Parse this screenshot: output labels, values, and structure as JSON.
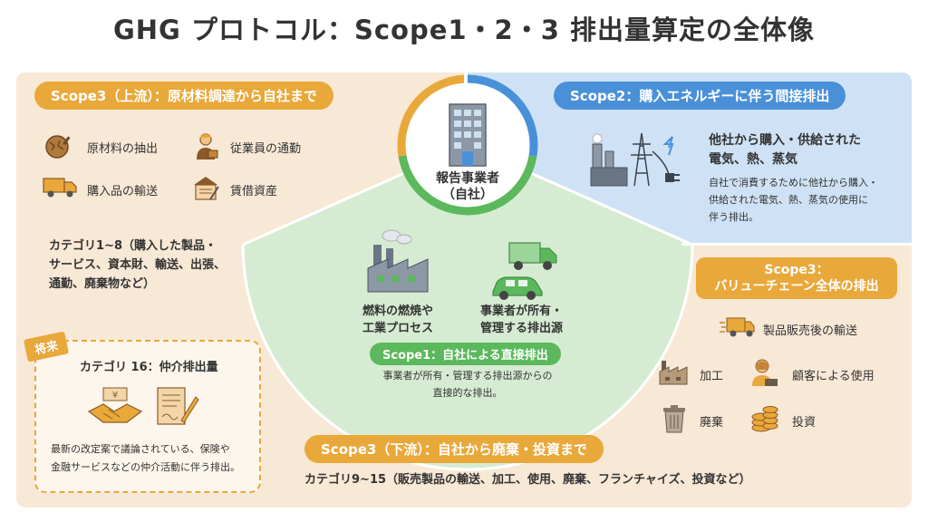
{
  "title": "GHG プロトコル：Scope1・2・3 排出量算定の全体像",
  "center": {
    "line1": "報告事業者",
    "line2": "（自社）"
  },
  "scope3_up": {
    "label": "Scope3（上流）：原材料調達から自社まで",
    "items": [
      "原材料の抽出",
      "従業員の通勤",
      "購入品の輸送",
      "賃借資産"
    ],
    "category_lines": [
      "カテゴリ1~8（購入した製品・",
      "サービス、資本財、輸送、出張、",
      "通勤、廃棄物など）"
    ]
  },
  "future": {
    "tag": "将来",
    "title": "カテゴリ 16：仲介排出量",
    "desc_lines": [
      "最新の改定案で議論されている、保険や",
      "金融サービスなどの仲介活動に伴う排出。"
    ]
  },
  "scope2": {
    "label": "Scope2：購入エネルギーに伴う間接排出",
    "main_lines": [
      "他社から購入・供給された",
      "電気、熱、蒸気"
    ],
    "desc_lines": [
      "自社で消費するために他社から購入・",
      "供給された電気、熱、蒸気の使用に",
      "伴う排出。"
    ]
  },
  "scope1": {
    "item1_lines": [
      "燃料の燃焼や",
      "工業プロセス"
    ],
    "item2_lines": [
      "事業者が所有・",
      "管理する排出源"
    ],
    "label": "Scope1：自社による直接排出",
    "desc_lines": [
      "事業者が所有・管理する排出源からの",
      "直接的な排出。"
    ]
  },
  "scope3_value": {
    "label_lines": [
      "Scope3：",
      "バリューチェーン全体の排出"
    ],
    "items": [
      "製品販売後の輸送",
      "加工",
      "顧客による使用",
      "廃棄",
      "投資"
    ]
  },
  "scope3_down": {
    "label": "Scope3（下流）：自社から廃棄・投資まで",
    "category": "カテゴリ9~15（販売製品の輸送、加工、使用、廃棄、フランチャイズ、投資など）"
  },
  "colors": {
    "orange": "#e9a83a",
    "blue": "#4a90d9",
    "green": "#5cb85c",
    "beige": "#f8e8d6",
    "light_blue": "#cfe2f5",
    "light_green": "#d6ecd2"
  }
}
